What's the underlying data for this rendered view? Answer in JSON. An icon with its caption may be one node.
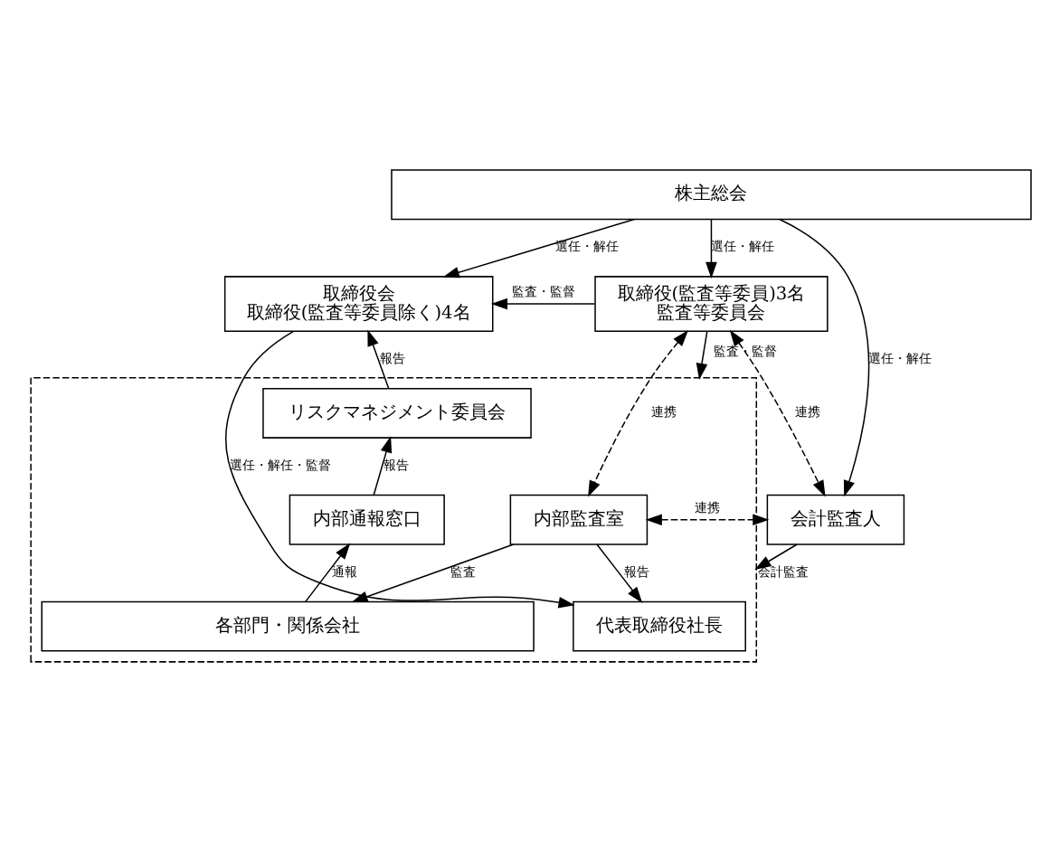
{
  "diagram": {
    "nodes": [
      {
        "text": [
          "株主総会"
        ]
      },
      {
        "text": [
          "取締役会",
          "取締役(監査等委員除く)4名"
        ]
      },
      {
        "text": [
          "取締役(監査等委員)3名",
          "監査等委員会"
        ]
      },
      {
        "text": [],
        "shape": "box"
      },
      {
        "text": [
          "代表取締役社長"
        ],
        "in": 3
      },
      {
        "text": [
          "リスクマネジメント委員会"
        ],
        "in": 3
      },
      {
        "text": [
          "内部通報窓口"
        ],
        "in": 3
      },
      {
        "text": [
          "内部監査室"
        ],
        "in": 3
      },
      {
        "text": [
          "各部門・関係会社"
        ],
        "in": 3
      },
      {
        "text": [
          "会計監査人"
        ]
      }
    ],
    "edges": [
      {
        "from": 0,
        "to": 1,
        "arrow": "to",
        "label": "選任・解任"
      },
      {
        "from": 0,
        "to": 2,
        "arrow": "to",
        "label": "選任・解任"
      },
      {
        "from": 0,
        "to": 9,
        "arrow": "to",
        "label": "選任・解任"
      },
      {
        "from": 2,
        "to": 1,
        "arrow": "to",
        "label": "監査・監督"
      },
      {
        "from": 1,
        "to": 4,
        "arrow": "to",
        "label": "選任・解任・監督"
      },
      {
        "from": 5,
        "to": 1,
        "arrow": "to",
        "label": "報告"
      },
      {
        "from": 2,
        "to": 3,
        "arrow": "to",
        "label": "監査・監督"
      },
      {
        "from": 2,
        "to": 9,
        "arrow": "both",
        "label": "連携",
        "style": "dashed"
      },
      {
        "from": 2,
        "to": 7,
        "arrow": "both",
        "label": "連携",
        "style": "dashed"
      },
      {
        "from": 6,
        "to": 5,
        "arrow": "to",
        "label": "報告"
      },
      {
        "from": 7,
        "to": 4,
        "arrow": "to",
        "label": "報告"
      },
      {
        "from": 7,
        "to": 9,
        "arrow": "both",
        "label": "連携",
        "style": "dashed"
      },
      {
        "from": 7,
        "to": 8,
        "arrow": "to",
        "label": "監査"
      },
      {
        "from": 8,
        "to": 6,
        "arrow": "to",
        "label": "通報"
      },
      {
        "from": 9,
        "to": 3,
        "arrow": "to",
        "label": "会計監査"
      }
    ]
  }
}
